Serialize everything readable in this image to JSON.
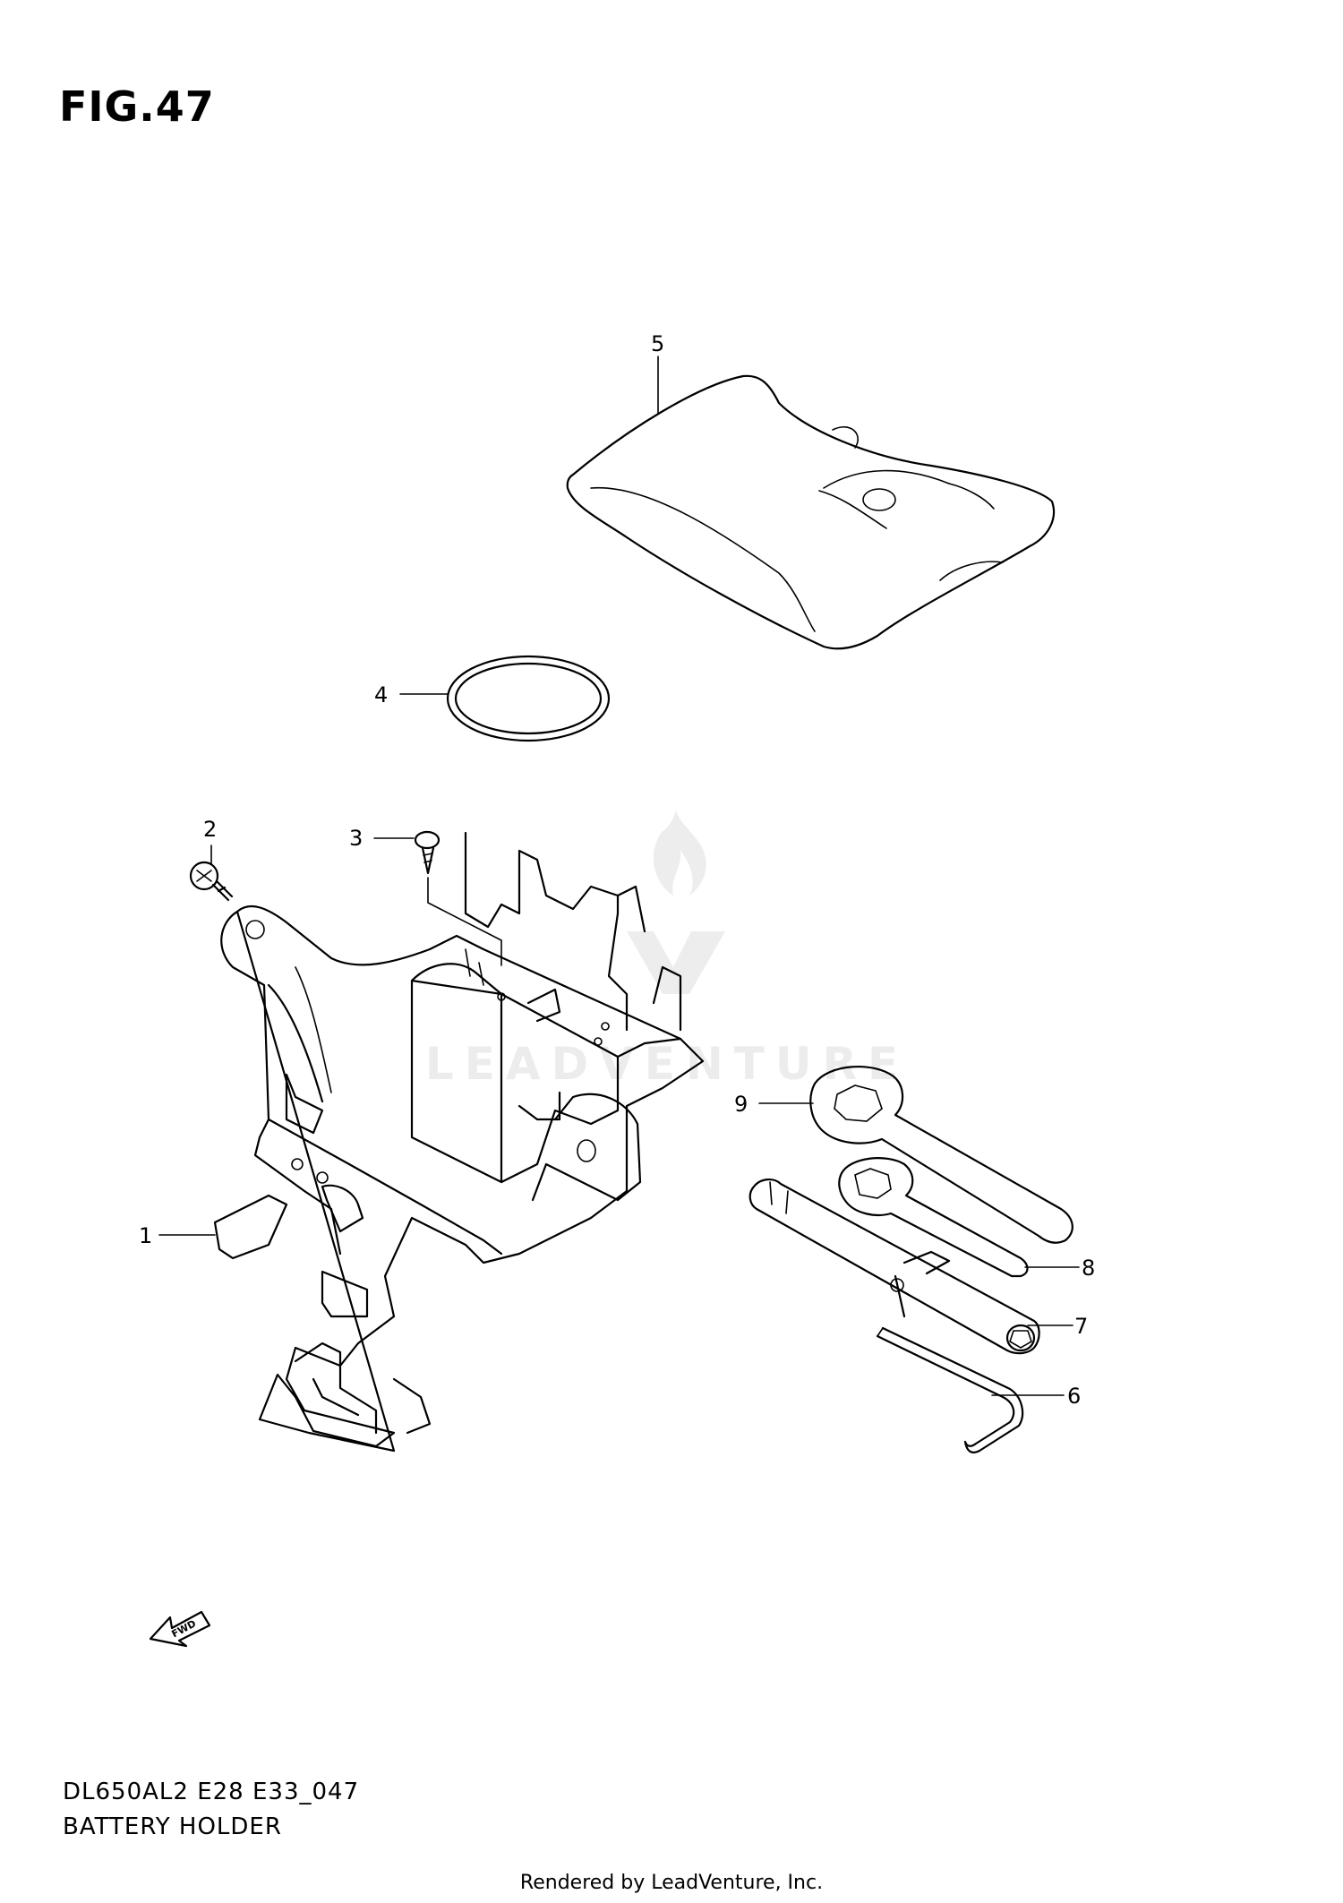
{
  "figure": {
    "title": "FIG.47"
  },
  "callouts": [
    {
      "number": "1",
      "part": "battery holder"
    },
    {
      "number": "2",
      "part": "screw"
    },
    {
      "number": "3",
      "part": "screw"
    },
    {
      "number": "4",
      "part": "band"
    },
    {
      "number": "5",
      "part": "tool bag"
    },
    {
      "number": "6",
      "part": "hex wrench"
    },
    {
      "number": "7",
      "part": "spark plug socket"
    },
    {
      "number": "8",
      "part": "wrench"
    },
    {
      "number": "9",
      "part": "wrench"
    }
  ],
  "fwd_label": "FWD",
  "footer": {
    "model_code": "DL650AL2 E28 E33_047",
    "model_name": "BATTERY HOLDER",
    "credit": "Rendered by LeadVenture, Inc."
  },
  "watermark": {
    "text": "LEADVENTURE",
    "color": "#ededed"
  }
}
